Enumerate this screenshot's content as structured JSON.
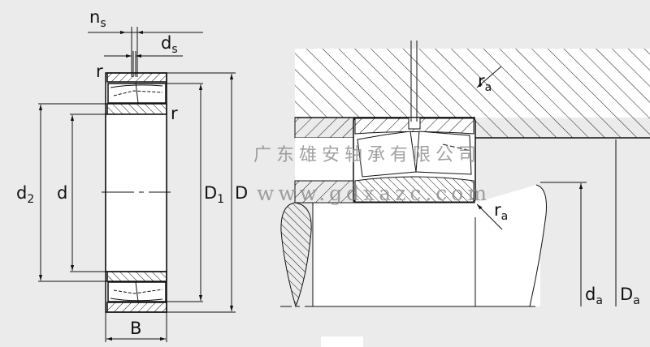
{
  "labels": {
    "n_s": {
      "main": "n",
      "sub": "s"
    },
    "d_s": {
      "main": "d",
      "sub": "s"
    },
    "r_top": "r",
    "r_side": "r",
    "d2": {
      "main": "d",
      "sub": "2"
    },
    "d": "d",
    "D1": {
      "main": "D",
      "sub": "1"
    },
    "D": "D",
    "B": "B",
    "ra_top": {
      "main": "r",
      "sub": "a"
    },
    "ra_bottom": {
      "main": "r",
      "sub": "a"
    },
    "da": {
      "main": "d",
      "sub": "a"
    },
    "Da": {
      "main": "D",
      "sub": "a"
    }
  },
  "watermark": {
    "company": "广东雄安轴承有限公司",
    "website": "www.gdxazc.com"
  },
  "colors": {
    "line": "#111111",
    "background": "#ebebeb",
    "paper": "#ffffff",
    "watermark": "#8a8a8a"
  }
}
